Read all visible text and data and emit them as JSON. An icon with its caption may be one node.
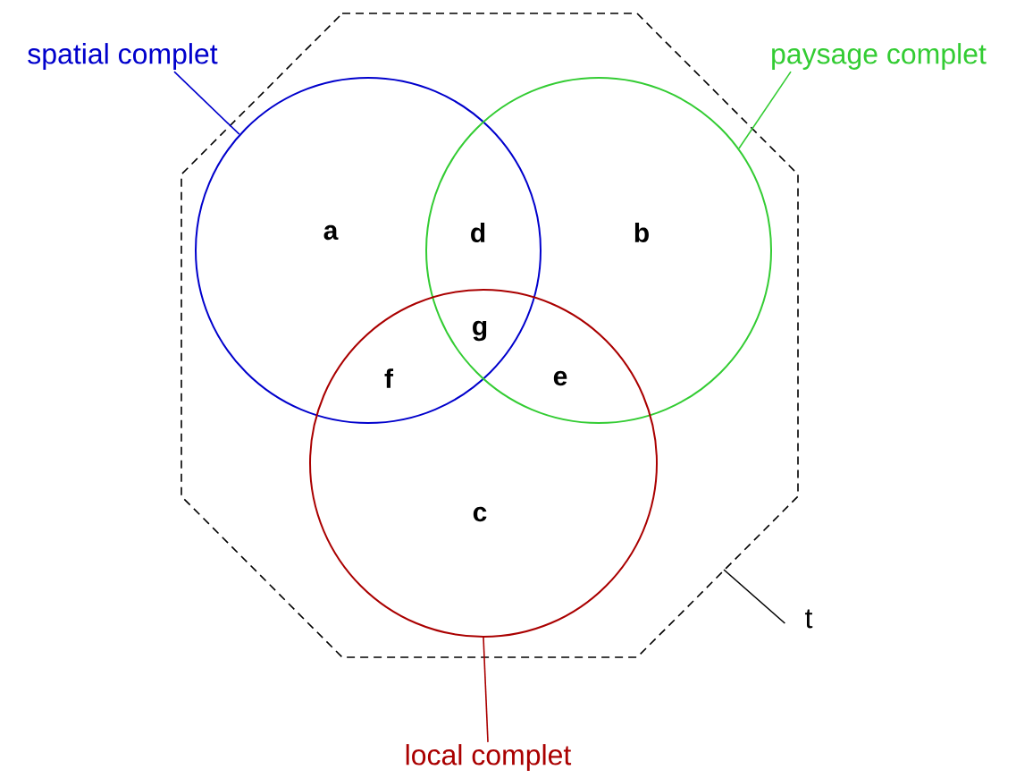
{
  "diagram": {
    "nodes": [
      {
        "text": [
          "spatial complet"
        ]
      },
      {
        "text": [],
        "shape": "circle",
        "in": 7
      },
      {
        "text": [
          "paysage complet"
        ]
      },
      {
        "text": [],
        "shape": "circle",
        "in": 7
      },
      {
        "text": [
          "local complet"
        ]
      },
      {
        "text": [],
        "shape": "circle",
        "in": 7
      },
      {
        "text": [
          "t"
        ]
      },
      {
        "text": [],
        "shape": "octagon"
      }
    ],
    "edges": [
      {
        "from": 0,
        "to": 1,
        "arrow": "none",
        "color": "#0000cc"
      },
      {
        "from": 2,
        "to": 3,
        "arrow": "none",
        "color": "#33cc33"
      },
      {
        "from": 4,
        "to": 5,
        "arrow": "none",
        "color": "#aa0000"
      },
      {
        "from": 6,
        "to": 7,
        "arrow": "none",
        "color": "#000000"
      }
    ],
    "labels": [
      "a",
      "d",
      "b",
      "g",
      "f",
      "e",
      "c"
    ]
  }
}
